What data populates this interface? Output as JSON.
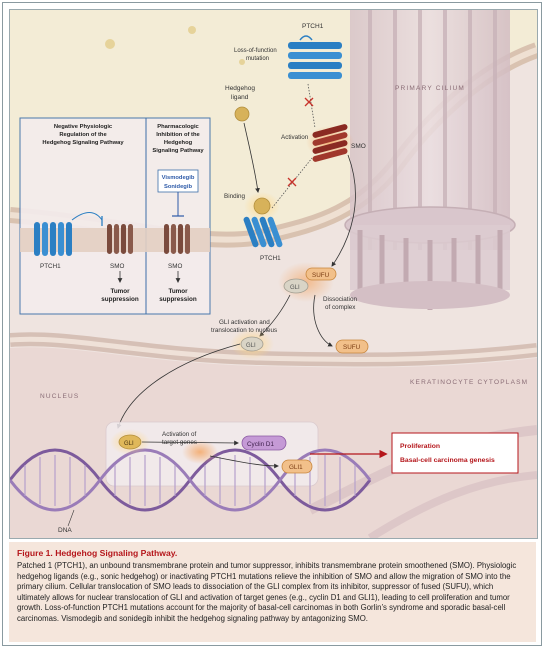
{
  "labels": {
    "ptch1_top": "PTCH1",
    "loss_of_function_1": "Loss-of-function",
    "loss_of_function_2": "mutation",
    "primary_cilium": "PRIMARY CILIUM",
    "hedgehog_ligand_1": "Hedgehog",
    "hedgehog_ligand_2": "ligand",
    "activation": "Activation",
    "smo_right": "SMO",
    "binding": "Binding",
    "ptch1_mid": "PTCH1",
    "sufu": "SUFU",
    "gli": "GLI",
    "dissociation_1": "Dissociation",
    "dissociation_2": "of complex",
    "gli_activation_1": "GLI activation and",
    "gli_activation_2": "translocation to nucleus",
    "gli_moving": "GLI",
    "sufu_free": "SUFU",
    "keratinocyte_cytoplasm": "KERATINOCYTE CYTOPLASM",
    "nucleus": "NUCLEUS",
    "gli_nucleus": "GLI",
    "activation_target_1": "Activation of",
    "activation_target_2": "target genes",
    "cyclin_d1": "Cyclin D1",
    "gli1": "GLI1",
    "proliferation": "Proliferation",
    "bcc_genesis": "Basal-cell carcinoma genesis",
    "dna": "DNA"
  },
  "inset": {
    "left_title": [
      "Negative Physiologic",
      "Regulation of the",
      "Hedgehog Signaling Pathway"
    ],
    "right_title": [
      "Pharmacologic",
      "Inhibition of the",
      "Hedgehog",
      "Signaling Pathway"
    ],
    "drugs": [
      "Vismodegib",
      "Sonidegib"
    ],
    "ptch1": "PTCH1",
    "smo_left": "SMO",
    "smo_right": "SMO",
    "tumor_suppression": [
      "Tumor",
      "suppression"
    ]
  },
  "caption": {
    "title": "Figure 1. Hedgehog Signaling Pathway.",
    "body": "Patched 1 (PTCH1), an unbound transmembrane protein and tumor suppressor, inhibits transmembrane protein smoothened (SMO). Physiologic hedgehog ligands (e.g., sonic hedgehog) or inactivating PTCH1 mutations relieve the inhibition of SMO and allow the migration of SMO into the primary cilium. Cellular translocation of SMO leads to dissociation of the GLI complex from its inhibitor, suppressor of fused (SUFU), which ultimately allows for nuclear translocation of GLI and activation of target genes (e.g., cyclin D1 and GLI1), leading to cell proliferation and tumor growth. Loss-of-function PTCH1 mutations account for the majority of basal-cell carcinomas in both Gorlin’s syndrome and sporadic basal-cell carcinomas. Vismodegib and sonidegib inhibit the hedgehog signaling pathway by antagonizing SMO."
  },
  "colors": {
    "background": "#efe4e0",
    "membrane": "#d9c2b0",
    "ptch1_blue": "#2b7fc3",
    "smo_brown": "#7a4a3c",
    "smo_active": "#8a2a22",
    "red_inhibit": "#c8342c",
    "gold_ligand": "#d7b25a",
    "cilium": "#dccbd0",
    "inset_border": "#3c6ea8",
    "drug_blue": "#2d5aa8",
    "result_border": "#b5161b",
    "caption_bg": "#f5e6dc",
    "caption_title": "#b5161b"
  }
}
